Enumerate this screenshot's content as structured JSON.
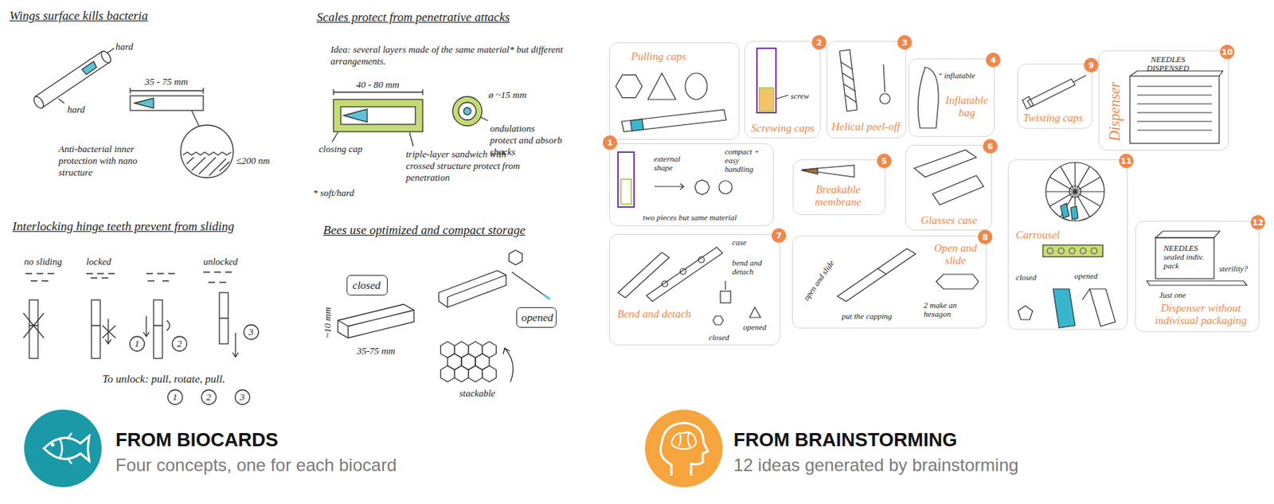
{
  "diagram": {
    "nodes": [
      {
        "text": [
          "closed"
        ]
      },
      {
        "text": [
          "opened"
        ]
      },
      {
        "text": [
          "Pulling caps"
        ]
      },
      {
        "text": [
          "Screwing caps",
          "screw"
        ]
      },
      {
        "text": [
          "2"
        ],
        "in": 3
      },
      {
        "text": [
          "Helical peel-off"
        ]
      },
      {
        "text": [
          "3"
        ],
        "in": 5
      },
      {
        "text": [
          "Inflatable bag",
          "inflatable"
        ]
      },
      {
        "text": [
          "4"
        ],
        "in": 7
      },
      {
        "text": [
          "Twisting caps"
        ]
      },
      {
        "text": [
          "9"
        ],
        "in": 9
      },
      {
        "text": [
          "Dispenser",
          "NEEDLES DISPENSED"
        ]
      },
      {
        "text": [
          "10"
        ],
        "in": 11
      },
      {
        "text": [
          "external shape",
          "compact + easy handling",
          "two pieces but same material"
        ]
      },
      {
        "text": [
          "1"
        ],
        "in": 13
      },
      {
        "text": [
          "Breakable membrane"
        ]
      },
      {
        "text": [
          "5"
        ],
        "in": 15
      },
      {
        "text": [
          "Glasses case"
        ]
      },
      {
        "text": [
          "6"
        ],
        "in": 17
      },
      {
        "text": [
          "Carrousel",
          "closed",
          "opened"
        ]
      },
      {
        "text": [
          "11"
        ],
        "in": 19
      },
      {
        "text": [
          "Bend and detach",
          "case",
          "bend and detach",
          "opened",
          "closed"
        ]
      },
      {
        "text": [
          "7"
        ],
        "in": 21
      },
      {
        "text": [
          "Open and slide",
          "open and slide",
          "put the capping",
          "2 make an hexagon"
        ]
      },
      {
        "text": [
          "8"
        ],
        "in": 23
      },
      {
        "text": [
          "Dispenser without indivisual packaging",
          "NEEDLES sealed indiv. pack",
          "sterility?",
          "Just one"
        ]
      },
      {
        "text": [
          "12"
        ],
        "in": 25
      }
    ],
    "labels": [
      "Wings surface kills bacteria",
      "hard",
      "hard",
      "35 - 75 mm",
      "Anti-bacterial inner protection with nano structure",
      "≤200 nm",
      "Scales protect from penetrative attacks",
      "Idea: several layers made of the same material* but different arrangements.",
      "40 - 80 mm",
      "ø ~15 mm",
      "closing cap",
      "ondulations protect and absorb shocks",
      "triple-layer sandwich with crossed structure protect from penetration",
      "* soft/hard",
      "Interlocking hinge teeth prevent from sliding",
      "no sliding",
      "locked",
      "unlocked",
      "1",
      "2",
      "3",
      "To unlock: pull, rotate, pull.",
      "1",
      "2",
      "3",
      "Bees use optimized and compact storage",
      "~10 mm",
      "35-75 mm",
      "stackable",
      "FROM BIOCARDS",
      "Four concepts, one for each biocard",
      "FROM BRAINSTORMING",
      "12 ideas generated by brainstorming"
    ]
  }
}
